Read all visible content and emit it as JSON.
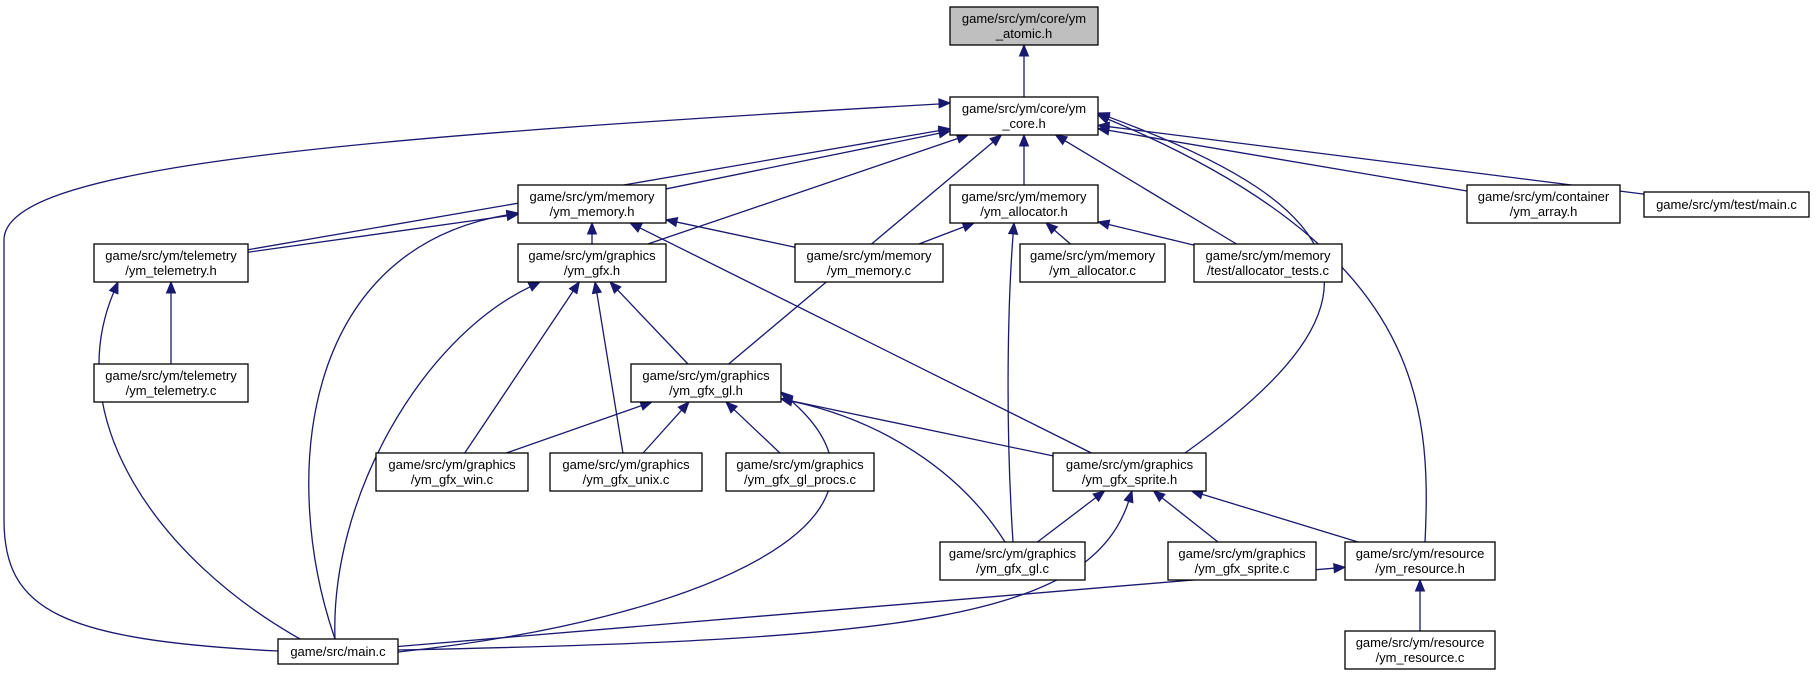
{
  "graph": {
    "nodes": [
      {
        "id": "ym_atomic_h",
        "lines": [
          "game/src/ym/core/ym",
          "_atomic.h"
        ],
        "highlighted": true
      },
      {
        "id": "ym_core_h",
        "lines": [
          "game/src/ym/core/ym",
          "_core.h"
        ]
      },
      {
        "id": "ym_memory_h",
        "lines": [
          "game/src/ym/memory",
          "/ym_memory.h"
        ]
      },
      {
        "id": "ym_allocator_h",
        "lines": [
          "game/src/ym/memory",
          "/ym_allocator.h"
        ]
      },
      {
        "id": "ym_array_h",
        "lines": [
          "game/src/ym/container",
          "/ym_array.h"
        ]
      },
      {
        "id": "test_main_c",
        "lines": [
          "game/src/ym/test/main.c"
        ]
      },
      {
        "id": "ym_telemetry_h",
        "lines": [
          "game/src/ym/telemetry",
          "/ym_telemetry.h"
        ]
      },
      {
        "id": "ym_gfx_h",
        "lines": [
          "game/src/ym/graphics",
          "/ym_gfx.h"
        ]
      },
      {
        "id": "ym_memory_c",
        "lines": [
          "game/src/ym/memory",
          "/ym_memory.c"
        ]
      },
      {
        "id": "ym_allocator_c",
        "lines": [
          "game/src/ym/memory",
          "/ym_allocator.c"
        ]
      },
      {
        "id": "allocator_tests_c",
        "lines": [
          "game/src/ym/memory",
          "/test/allocator_tests.c"
        ]
      },
      {
        "id": "ym_telemetry_c",
        "lines": [
          "game/src/ym/telemetry",
          "/ym_telemetry.c"
        ]
      },
      {
        "id": "ym_gfx_gl_h",
        "lines": [
          "game/src/ym/graphics",
          "/ym_gfx_gl.h"
        ]
      },
      {
        "id": "ym_gfx_win_c",
        "lines": [
          "game/src/ym/graphics",
          "/ym_gfx_win.c"
        ]
      },
      {
        "id": "ym_gfx_unix_c",
        "lines": [
          "game/src/ym/graphics",
          "/ym_gfx_unix.c"
        ]
      },
      {
        "id": "ym_gfx_gl_procs_c",
        "lines": [
          "game/src/ym/graphics",
          "/ym_gfx_gl_procs.c"
        ]
      },
      {
        "id": "ym_gfx_sprite_h",
        "lines": [
          "game/src/ym/graphics",
          "/ym_gfx_sprite.h"
        ]
      },
      {
        "id": "ym_gfx_gl_c",
        "lines": [
          "game/src/ym/graphics",
          "/ym_gfx_gl.c"
        ]
      },
      {
        "id": "ym_gfx_sprite_c",
        "lines": [
          "game/src/ym/graphics",
          "/ym_gfx_sprite.c"
        ]
      },
      {
        "id": "ym_resource_h",
        "lines": [
          "game/src/ym/resource",
          "/ym_resource.h"
        ]
      },
      {
        "id": "main_c",
        "lines": [
          "game/src/main.c"
        ]
      },
      {
        "id": "ym_resource_c",
        "lines": [
          "game/src/ym/resource",
          "/ym_resource.c"
        ]
      }
    ],
    "edges": [
      {
        "from": "ym_core_h",
        "to": "ym_atomic_h"
      },
      {
        "from": "ym_memory_h",
        "to": "ym_core_h"
      },
      {
        "from": "ym_allocator_h",
        "to": "ym_core_h"
      },
      {
        "from": "ym_array_h",
        "to": "ym_core_h"
      },
      {
        "from": "test_main_c",
        "to": "ym_core_h"
      },
      {
        "from": "ym_telemetry_h",
        "to": "ym_core_h"
      },
      {
        "from": "ym_gfx_h",
        "to": "ym_core_h"
      },
      {
        "from": "allocator_tests_c",
        "to": "ym_core_h"
      },
      {
        "from": "ym_gfx_gl_h",
        "to": "ym_core_h"
      },
      {
        "from": "ym_gfx_sprite_h",
        "to": "ym_core_h"
      },
      {
        "from": "ym_resource_h",
        "to": "ym_core_h"
      },
      {
        "from": "main_c",
        "to": "ym_core_h"
      },
      {
        "from": "ym_telemetry_h",
        "to": "ym_memory_h"
      },
      {
        "from": "ym_gfx_h",
        "to": "ym_memory_h"
      },
      {
        "from": "ym_memory_c",
        "to": "ym_memory_h"
      },
      {
        "from": "ym_gfx_sprite_h",
        "to": "ym_memory_h"
      },
      {
        "from": "main_c",
        "to": "ym_memory_h"
      },
      {
        "from": "ym_memory_c",
        "to": "ym_allocator_h"
      },
      {
        "from": "ym_allocator_c",
        "to": "ym_allocator_h"
      },
      {
        "from": "allocator_tests_c",
        "to": "ym_allocator_h"
      },
      {
        "from": "ym_gfx_gl_c",
        "to": "ym_allocator_h"
      },
      {
        "from": "ym_telemetry_c",
        "to": "ym_telemetry_h"
      },
      {
        "from": "main_c",
        "to": "ym_telemetry_h"
      },
      {
        "from": "ym_gfx_gl_h",
        "to": "ym_gfx_h"
      },
      {
        "from": "ym_gfx_win_c",
        "to": "ym_gfx_h"
      },
      {
        "from": "ym_gfx_unix_c",
        "to": "ym_gfx_h"
      },
      {
        "from": "main_c",
        "to": "ym_gfx_h"
      },
      {
        "from": "ym_gfx_win_c",
        "to": "ym_gfx_gl_h"
      },
      {
        "from": "ym_gfx_unix_c",
        "to": "ym_gfx_gl_h"
      },
      {
        "from": "ym_gfx_gl_procs_c",
        "to": "ym_gfx_gl_h"
      },
      {
        "from": "ym_gfx_sprite_h",
        "to": "ym_gfx_gl_h"
      },
      {
        "from": "ym_gfx_gl_c",
        "to": "ym_gfx_gl_h"
      },
      {
        "from": "main_c",
        "to": "ym_gfx_gl_h"
      },
      {
        "from": "ym_gfx_gl_c",
        "to": "ym_gfx_sprite_h"
      },
      {
        "from": "ym_gfx_sprite_c",
        "to": "ym_gfx_sprite_h"
      },
      {
        "from": "ym_resource_h",
        "to": "ym_gfx_sprite_h"
      },
      {
        "from": "main_c",
        "to": "ym_gfx_sprite_h"
      },
      {
        "from": "main_c",
        "to": "ym_resource_h"
      },
      {
        "from": "ym_resource_c",
        "to": "ym_resource_h"
      }
    ],
    "colors": {
      "edge": "#191970",
      "highlighted_fill": "#bfbfbf",
      "node_fill": "#ffffff",
      "node_border": "#000000"
    }
  }
}
